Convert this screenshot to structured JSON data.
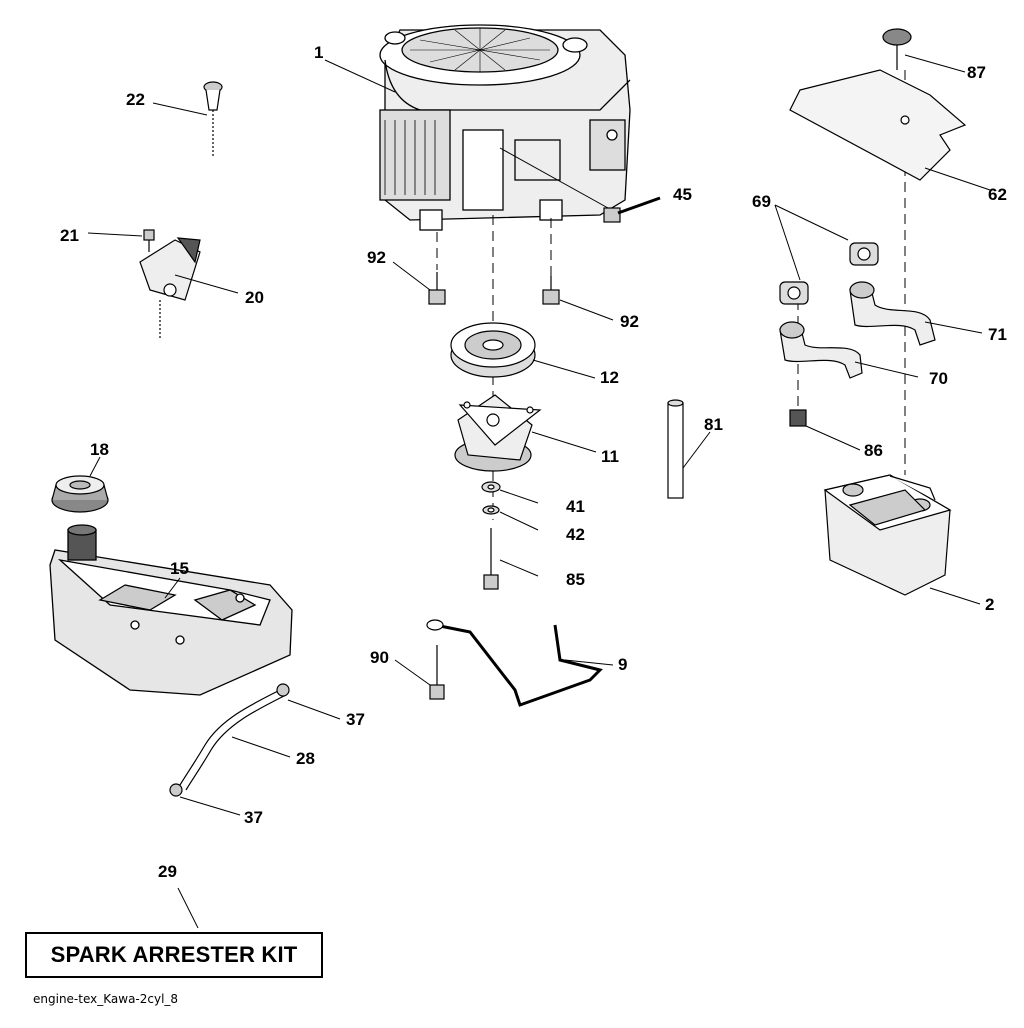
{
  "kit_label": "SPARK ARRESTER KIT",
  "file_name": "engine-tex_Kawa-2cyl_8",
  "callouts": [
    {
      "id": "1",
      "label": "1"
    },
    {
      "id": "22",
      "label": "22"
    },
    {
      "id": "21",
      "label": "21"
    },
    {
      "id": "20",
      "label": "20"
    },
    {
      "id": "92a",
      "label": "92"
    },
    {
      "id": "92b",
      "label": "92"
    },
    {
      "id": "45",
      "label": "45"
    },
    {
      "id": "12",
      "label": "12"
    },
    {
      "id": "11",
      "label": "11"
    },
    {
      "id": "41",
      "label": "41"
    },
    {
      "id": "42",
      "label": "42"
    },
    {
      "id": "85",
      "label": "85"
    },
    {
      "id": "81",
      "label": "81"
    },
    {
      "id": "18",
      "label": "18"
    },
    {
      "id": "15",
      "label": "15"
    },
    {
      "id": "90",
      "label": "90"
    },
    {
      "id": "9",
      "label": "9"
    },
    {
      "id": "37a",
      "label": "37"
    },
    {
      "id": "28",
      "label": "28"
    },
    {
      "id": "37b",
      "label": "37"
    },
    {
      "id": "29",
      "label": "29"
    },
    {
      "id": "87",
      "label": "87"
    },
    {
      "id": "62",
      "label": "62"
    },
    {
      "id": "69",
      "label": "69"
    },
    {
      "id": "71",
      "label": "71"
    },
    {
      "id": "70",
      "label": "70"
    },
    {
      "id": "86",
      "label": "86"
    },
    {
      "id": "2",
      "label": "2"
    }
  ]
}
